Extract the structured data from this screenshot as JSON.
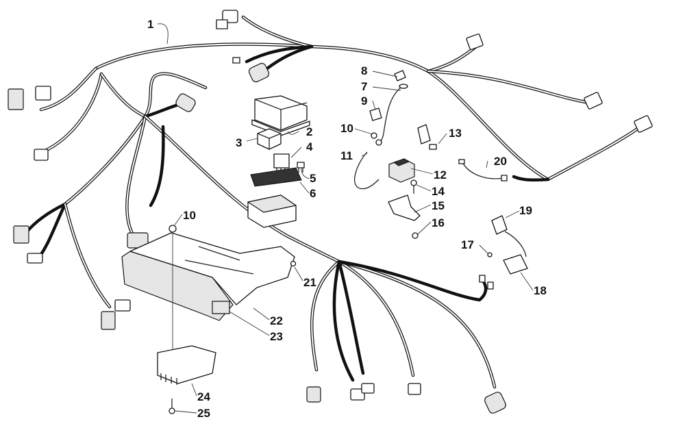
{
  "diagram": {
    "title": "Wiring Harness Assembly",
    "callouts": [
      {
        "id": "1",
        "label": "1",
        "part": "main-wiring-harness"
      },
      {
        "id": "2",
        "label": "2",
        "part": "fuse-box-cover"
      },
      {
        "id": "3",
        "label": "3",
        "part": "relay-small"
      },
      {
        "id": "4",
        "label": "4",
        "part": "relay"
      },
      {
        "id": "5",
        "label": "5",
        "part": "fuse"
      },
      {
        "id": "6",
        "label": "6",
        "part": "fuse-board"
      },
      {
        "id": "7",
        "label": "7",
        "part": "battery-cable"
      },
      {
        "id": "8",
        "label": "8",
        "part": "terminal-boot"
      },
      {
        "id": "9",
        "label": "9",
        "part": "terminal-cover"
      },
      {
        "id": "10a",
        "label": "10",
        "part": "nut"
      },
      {
        "id": "10b",
        "label": "10",
        "part": "nut"
      },
      {
        "id": "11",
        "label": "11",
        "part": "ground-cable"
      },
      {
        "id": "12",
        "label": "12",
        "part": "starter-solenoid"
      },
      {
        "id": "13",
        "label": "13",
        "part": "fuse"
      },
      {
        "id": "14",
        "label": "14",
        "part": "screw"
      },
      {
        "id": "15",
        "label": "15",
        "part": "solenoid-bracket"
      },
      {
        "id": "16",
        "label": "16",
        "part": "nut"
      },
      {
        "id": "17",
        "label": "17",
        "part": "screw"
      },
      {
        "id": "18",
        "label": "18",
        "part": "ignition-coil"
      },
      {
        "id": "19",
        "label": "19",
        "part": "spark-plug-cap"
      },
      {
        "id": "20",
        "label": "20",
        "part": "ground-wire"
      },
      {
        "id": "21",
        "label": "21",
        "part": "screw"
      },
      {
        "id": "22",
        "label": "22",
        "part": "electrical-tray"
      },
      {
        "id": "23",
        "label": "23",
        "part": "fuse-block-bracket"
      },
      {
        "id": "24",
        "label": "24",
        "part": "voltage-regulator"
      },
      {
        "id": "25",
        "label": "25",
        "part": "cap-screw"
      }
    ]
  }
}
